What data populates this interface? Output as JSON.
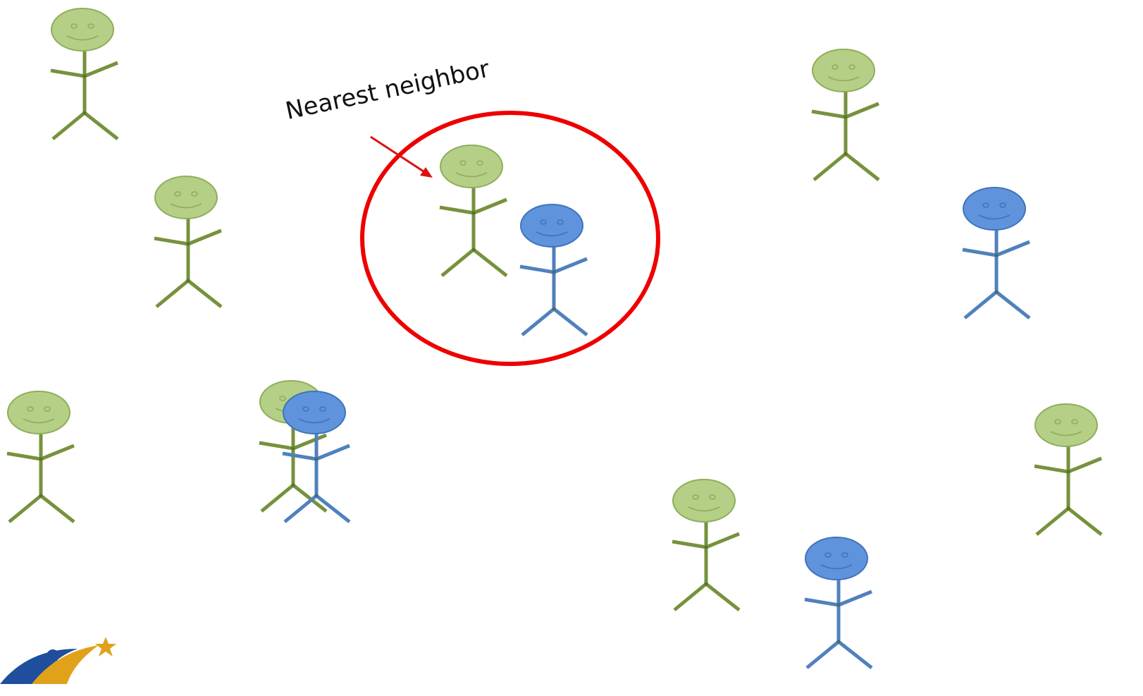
{
  "annotation": {
    "label": "Nearest neighbor"
  },
  "colors": {
    "green_head_fill": "#b5cf87",
    "green_head_stroke": "#8fae5a",
    "green_body": "#76923c",
    "blue_head_fill": "#5f93dc",
    "blue_head_stroke": "#3f73bd",
    "blue_body": "#4f81bd",
    "highlight_circle": "#ee0000",
    "arrow": "#dd1111"
  },
  "figures": [
    {
      "group": "green",
      "highlighted": false
    },
    {
      "group": "green",
      "highlighted": false
    },
    {
      "group": "green",
      "highlighted": true
    },
    {
      "group": "blue",
      "highlighted": true
    },
    {
      "group": "green",
      "highlighted": false
    },
    {
      "group": "blue",
      "highlighted": false
    },
    {
      "group": "green",
      "highlighted": false
    },
    {
      "group": "green",
      "highlighted": false
    },
    {
      "group": "blue",
      "highlighted": false
    },
    {
      "group": "green",
      "highlighted": false
    },
    {
      "group": "green",
      "highlighted": false
    },
    {
      "group": "blue",
      "highlighted": false
    }
  ],
  "logo": {
    "icon": "graduate-star-logo-icon"
  }
}
